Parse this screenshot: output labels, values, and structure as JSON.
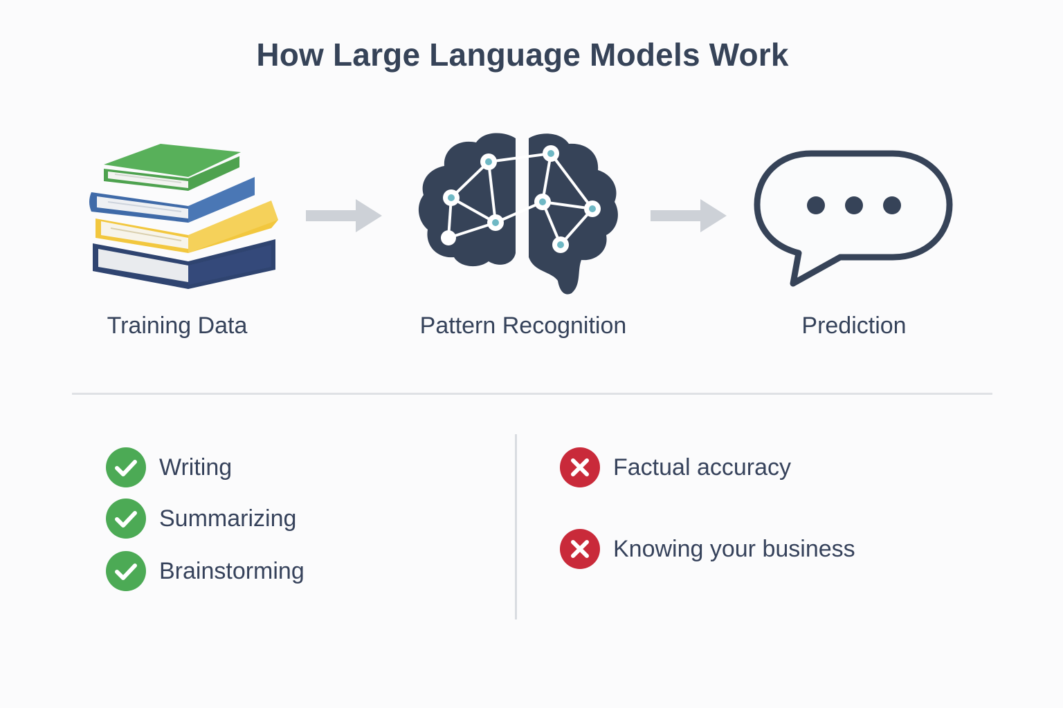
{
  "title": "How Large Language Models Work",
  "steps": [
    {
      "label": "Training Data",
      "icon": "books-stack-icon"
    },
    {
      "label": "Pattern Recognition",
      "icon": "brain-network-icon"
    },
    {
      "label": "Prediction",
      "icon": "speech-bubble-icon"
    }
  ],
  "strengths": [
    {
      "label": "Writing",
      "icon": "check-circle-icon"
    },
    {
      "label": "Summarizing",
      "icon": "check-circle-icon"
    },
    {
      "label": "Brainstorming",
      "icon": "check-circle-icon"
    }
  ],
  "limitations": [
    {
      "label": "Factual accuracy",
      "icon": "x-circle-icon"
    },
    {
      "label": "Knowing your business",
      "icon": "x-circle-icon"
    }
  ],
  "colors": {
    "navy": "#364358",
    "green": "#4caa55",
    "red": "#c92a3a",
    "yellow": "#f2c73e",
    "blue": "#3f6aa8",
    "teal_node": "#6fb8c4",
    "arrow": "#cdd1d7"
  }
}
